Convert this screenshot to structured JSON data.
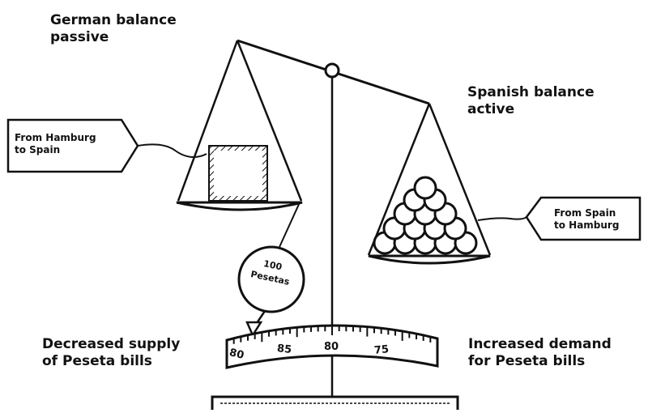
{
  "labels": {
    "german_balance": [
      "German balance",
      "passive"
    ],
    "spanish_balance": [
      "Spanish balance",
      "active"
    ],
    "decreased_supply": [
      "Decreased supply",
      "of Peseta bills"
    ],
    "increased_demand": [
      "Increased demand",
      "for Peseta bills"
    ]
  },
  "tags": {
    "left": [
      "From Hamburg",
      "to Spain"
    ],
    "right": [
      "From Spain",
      "to Hamburg"
    ]
  },
  "weight": {
    "amount": "100",
    "currency": "Pesetas"
  },
  "dial": {
    "ticks": [
      "80",
      "85",
      "80",
      "75"
    ]
  }
}
